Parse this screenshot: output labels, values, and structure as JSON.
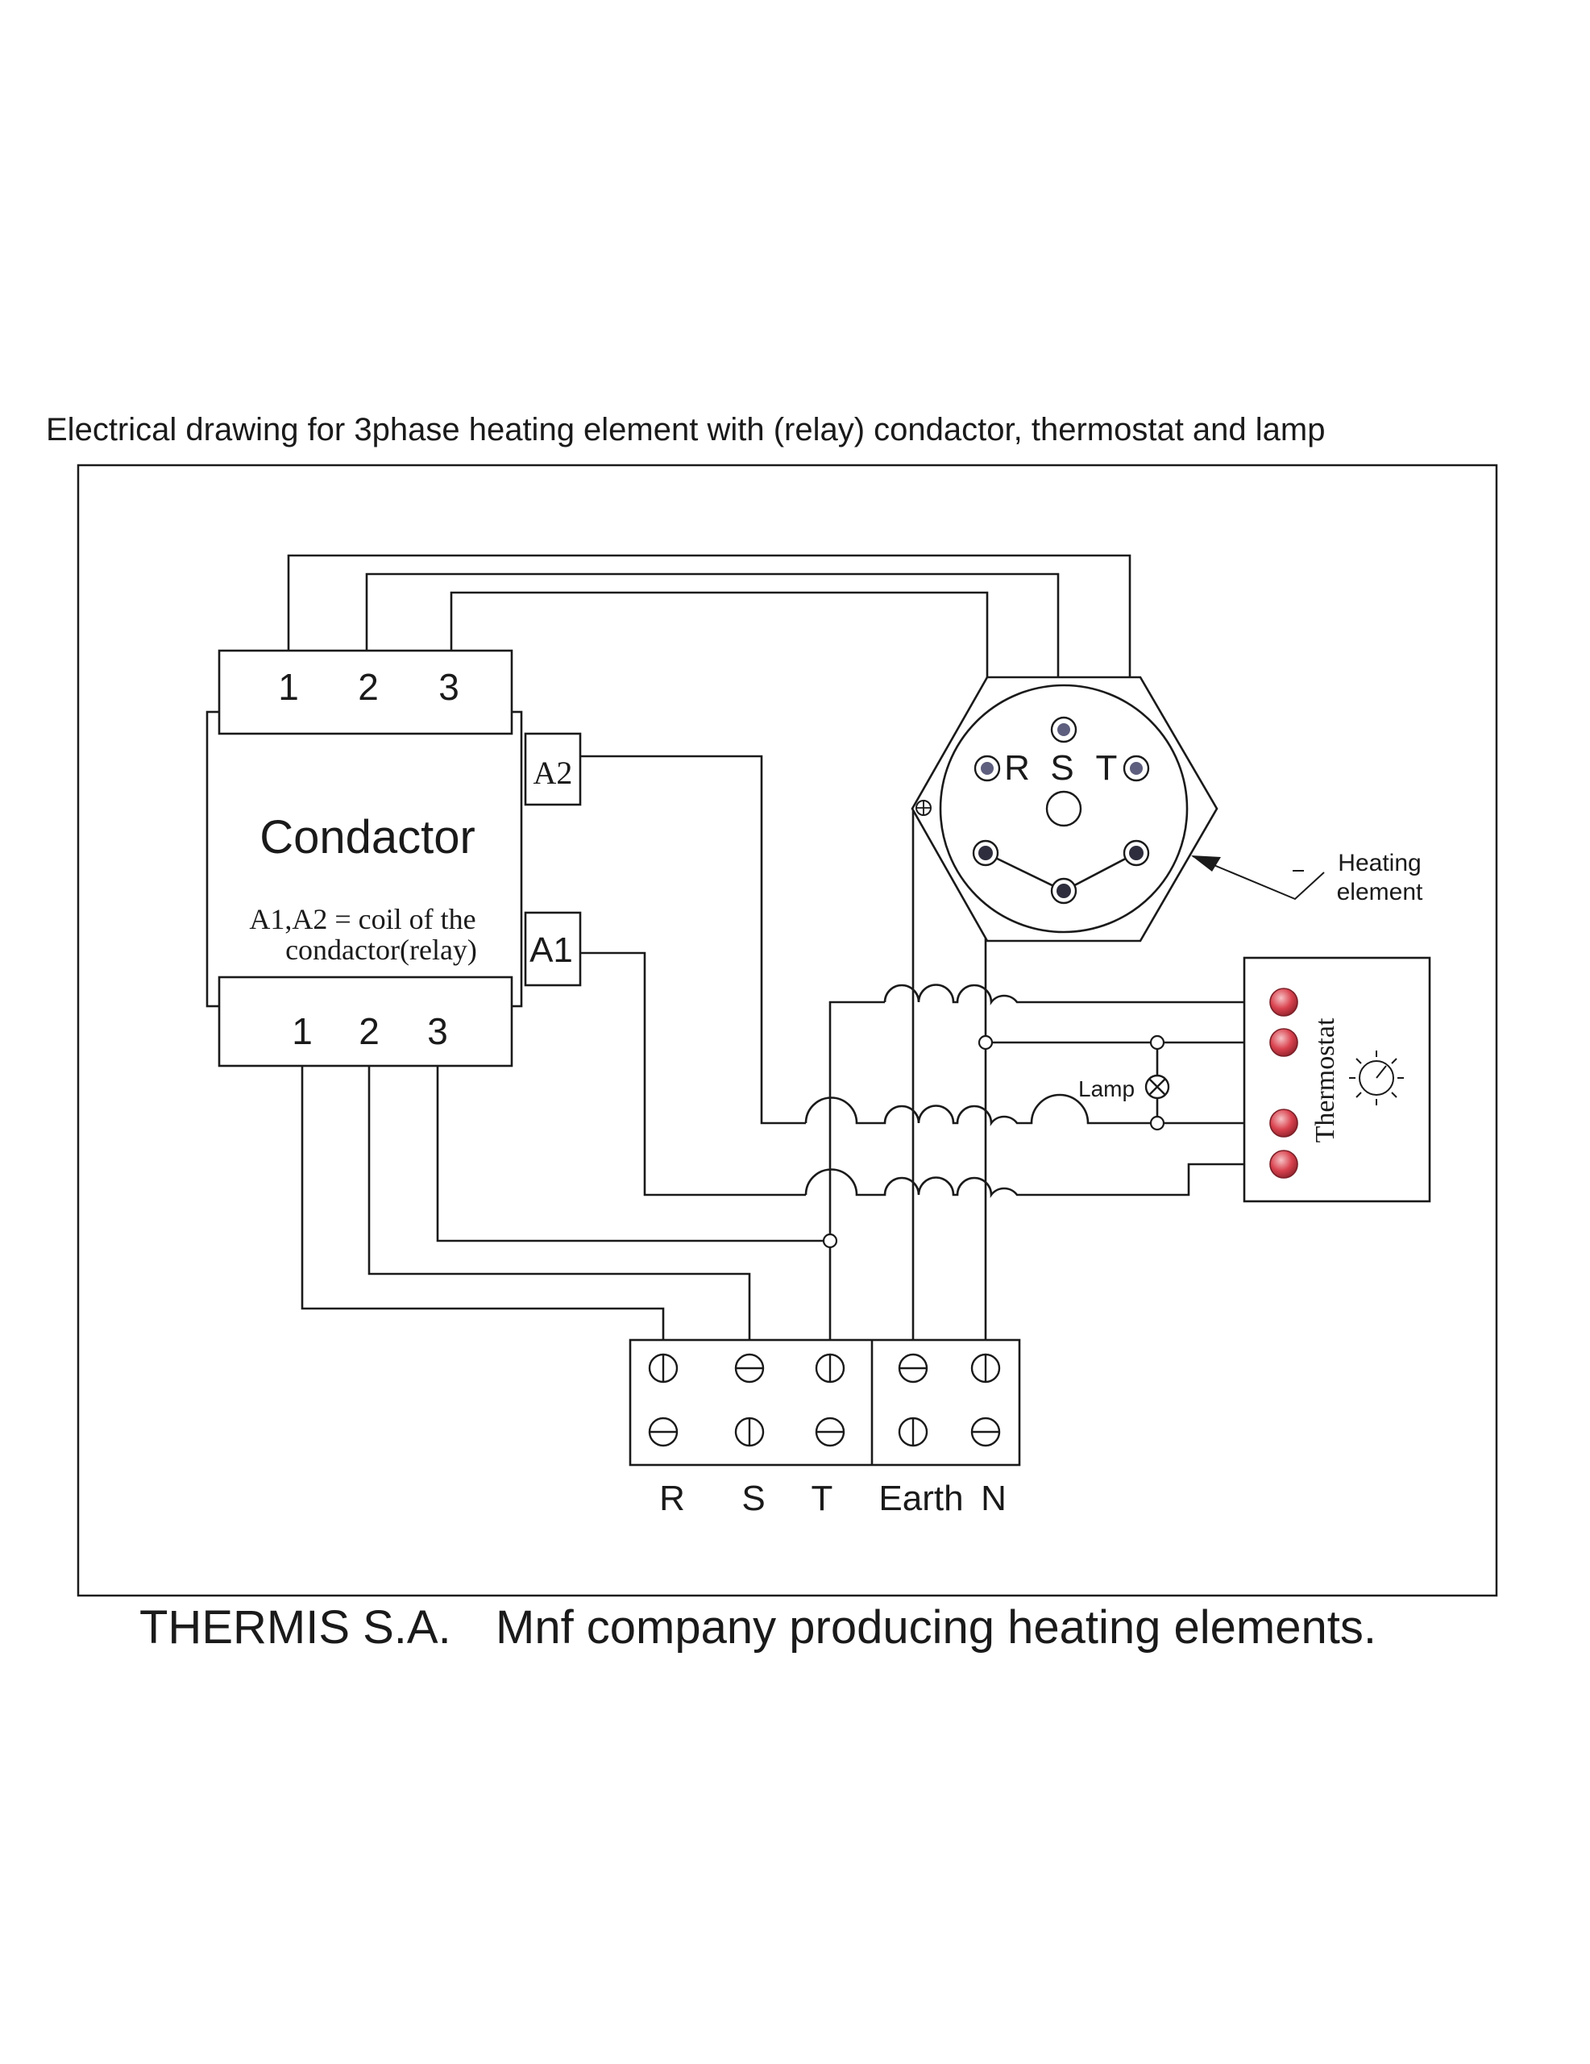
{
  "title": "Electrical drawing for 3phase heating element with (relay) condactor, thermostat and lamp",
  "condactor": {
    "label": "Condactor",
    "note_line1": "A1,A2 = coil of the",
    "note_line2": "condactor(relay)",
    "top_terminals": [
      "1",
      "2",
      "3"
    ],
    "bottom_terminals": [
      "1",
      "2",
      "3"
    ],
    "coil_a2": "A2",
    "coil_a1": "A1"
  },
  "heating_element": {
    "terminals": [
      "R",
      "S",
      "T"
    ],
    "label_line1": "Heating",
    "label_line2": "element"
  },
  "thermostat": {
    "label": "Thermostat"
  },
  "lamp": {
    "label": "Lamp"
  },
  "terminal_block": {
    "labels": [
      "R",
      "S",
      "T",
      "Earth",
      "N"
    ]
  },
  "footer": {
    "company": "THERMIS S.A.",
    "tagline": "Mnf company producing heating elements."
  },
  "colors": {
    "thermostat_terminal": "#d9434f",
    "line": "#1a1a1a"
  }
}
